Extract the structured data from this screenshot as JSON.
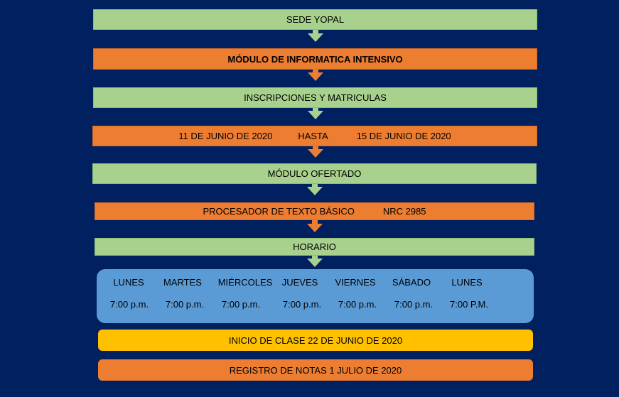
{
  "steps": {
    "sede": "SEDE YOPAL",
    "modulo": "MÓDULO DE INFORMATICA INTENSIVO",
    "inscripciones": "INSCRIPCIONES Y MATRICULAS",
    "fecha_inicio": "11 DE JUNIO DE 2020",
    "hasta": "HASTA",
    "fecha_fin": "15 DE JUNIO DE 2020",
    "modulo_ofertado": "MÓDULO OFERTADO",
    "curso": "PROCESADOR DE TEXTO BÁSICO",
    "nrc": "NRC 2985",
    "horario": "HORARIO"
  },
  "schedule": {
    "days": [
      "LUNES",
      "MARTES",
      "MIÉRCOLES",
      "JUEVES",
      "VIERNES",
      "SÁBADO",
      "LUNES"
    ],
    "times": [
      "7:00 p.m.",
      "7:00 p.m.",
      "7:00 p.m.",
      "7:00 p.m.",
      "7:00 p.m.",
      "7:00 p.m.",
      "7:00 P.M."
    ]
  },
  "inicio_clase": "INICIO DE CLASE 22 DE JUNIO DE 2020",
  "registro_notas": "REGISTRO DE NOTAS 1 JULIO DE 2020",
  "colors": {
    "background": "#002060",
    "green": "#a9d18e",
    "orange": "#ed7d31",
    "blue": "#5b9bd5",
    "yellow": "#ffc000"
  }
}
